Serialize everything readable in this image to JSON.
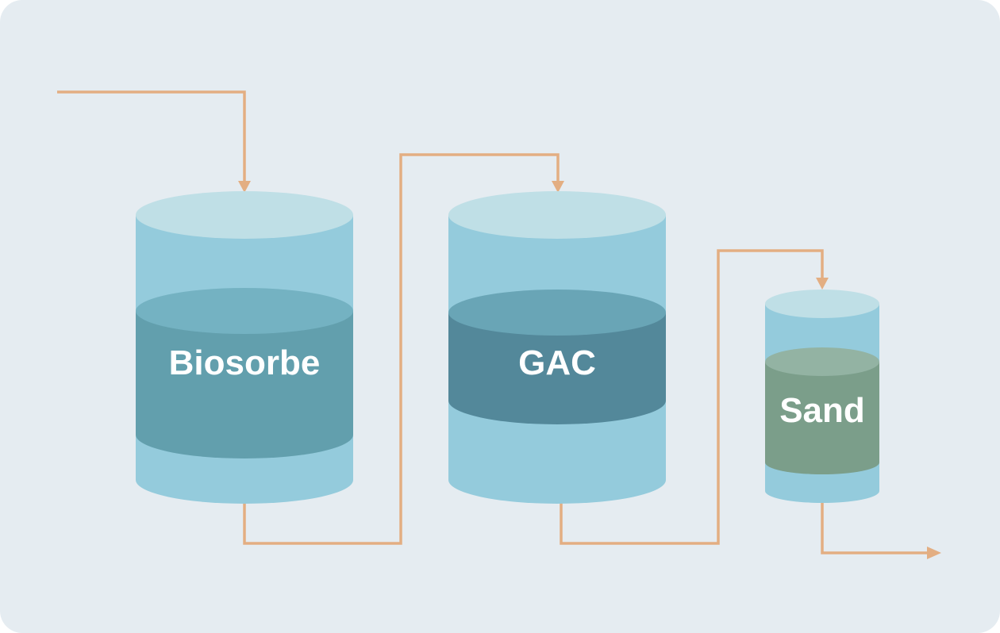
{
  "diagram": {
    "filters": [
      {
        "id": "biosorbe",
        "label": "Biosorbe"
      },
      {
        "id": "gac",
        "label": "GAC"
      },
      {
        "id": "sand",
        "label": "Sand"
      }
    ]
  },
  "colors": {
    "background": "#e5ecf1",
    "pipe": "#e3ae82",
    "tank_body": "#94cbdc",
    "tank_top": "#bfdfe6",
    "biosorbe_media": "#629fad",
    "biosorbe_media_top": "#74b2c2",
    "gac_media": "#53889a",
    "gac_media_top": "#69a5b6",
    "sand_media": "#7b9e8a",
    "sand_media_top": "#93b3a3"
  }
}
